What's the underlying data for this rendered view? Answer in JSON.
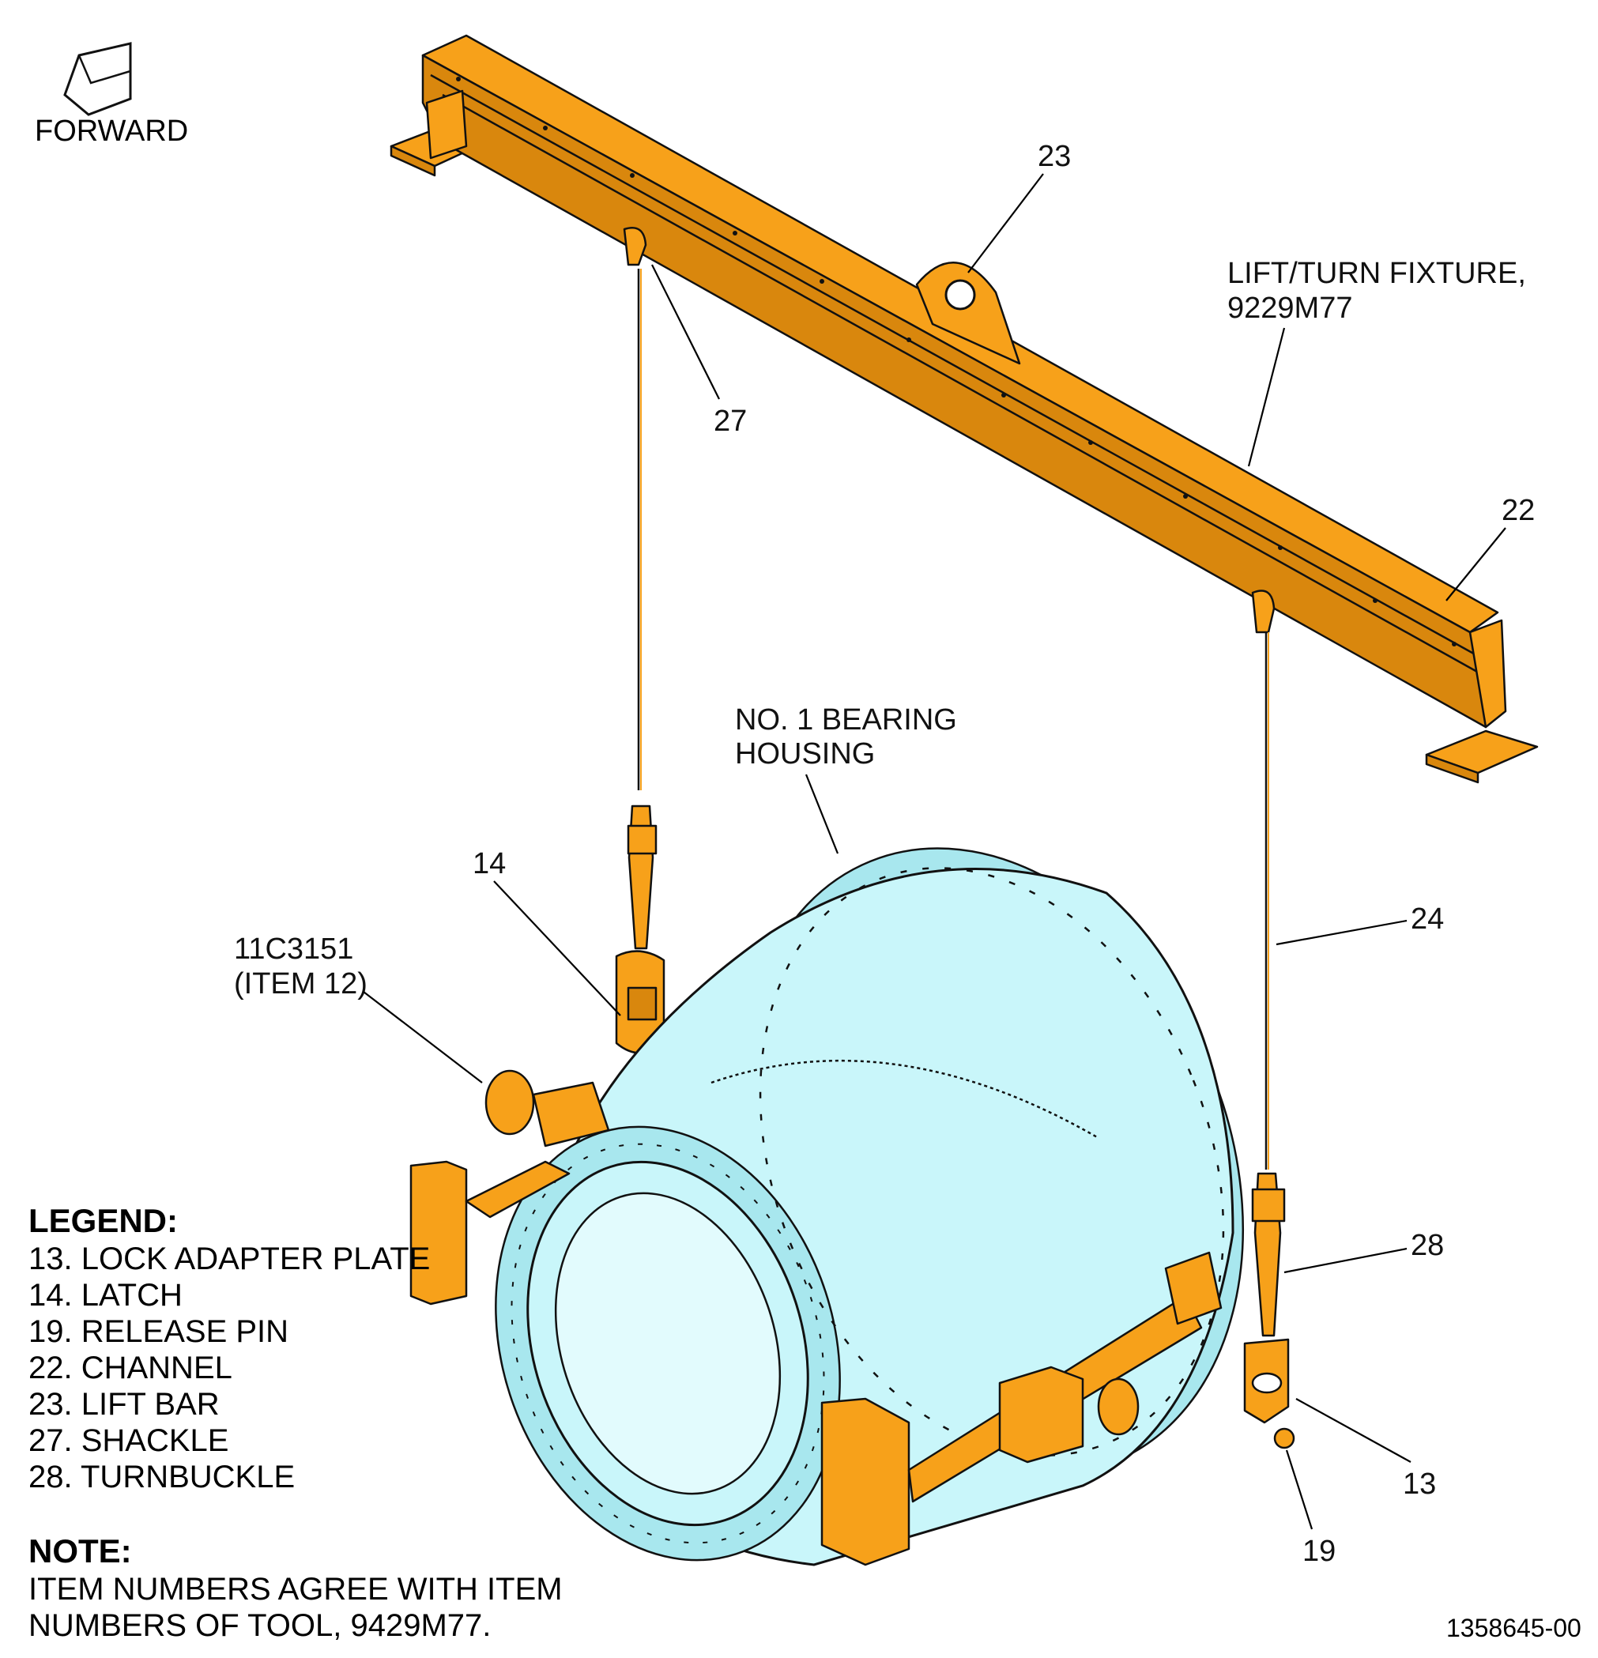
{
  "forward_label": "FORWARD",
  "callouts": {
    "c23": "23",
    "c27": "27",
    "c22": "22",
    "fixture_line1": "LIFT/TURN FIXTURE,",
    "fixture_line2": "9229M77",
    "housing_line1": "NO. 1 BEARING",
    "housing_line2": "HOUSING",
    "c14": "14",
    "c24": "24",
    "item12_line1": "11C3151",
    "item12_line2": "(ITEM 12)",
    "c28": "28",
    "c13": "13",
    "c19": "19"
  },
  "legend": {
    "title": "LEGEND:",
    "items": [
      "13. LOCK ADAPTER PLATE",
      "14. LATCH",
      "19. RELEASE PIN",
      "22. CHANNEL",
      "23. LIFT BAR",
      "27. SHACKLE",
      "28. TURNBUCKLE"
    ]
  },
  "note": {
    "title": "NOTE:",
    "lines": [
      "ITEM NUMBERS AGREE WITH ITEM",
      "NUMBERS OF TOOL, 9429M77."
    ]
  },
  "drawing_number": "1358645-00",
  "colors": {
    "fixture_orange": "#f7a11a",
    "housing_cyan": "#c9f6fa"
  }
}
